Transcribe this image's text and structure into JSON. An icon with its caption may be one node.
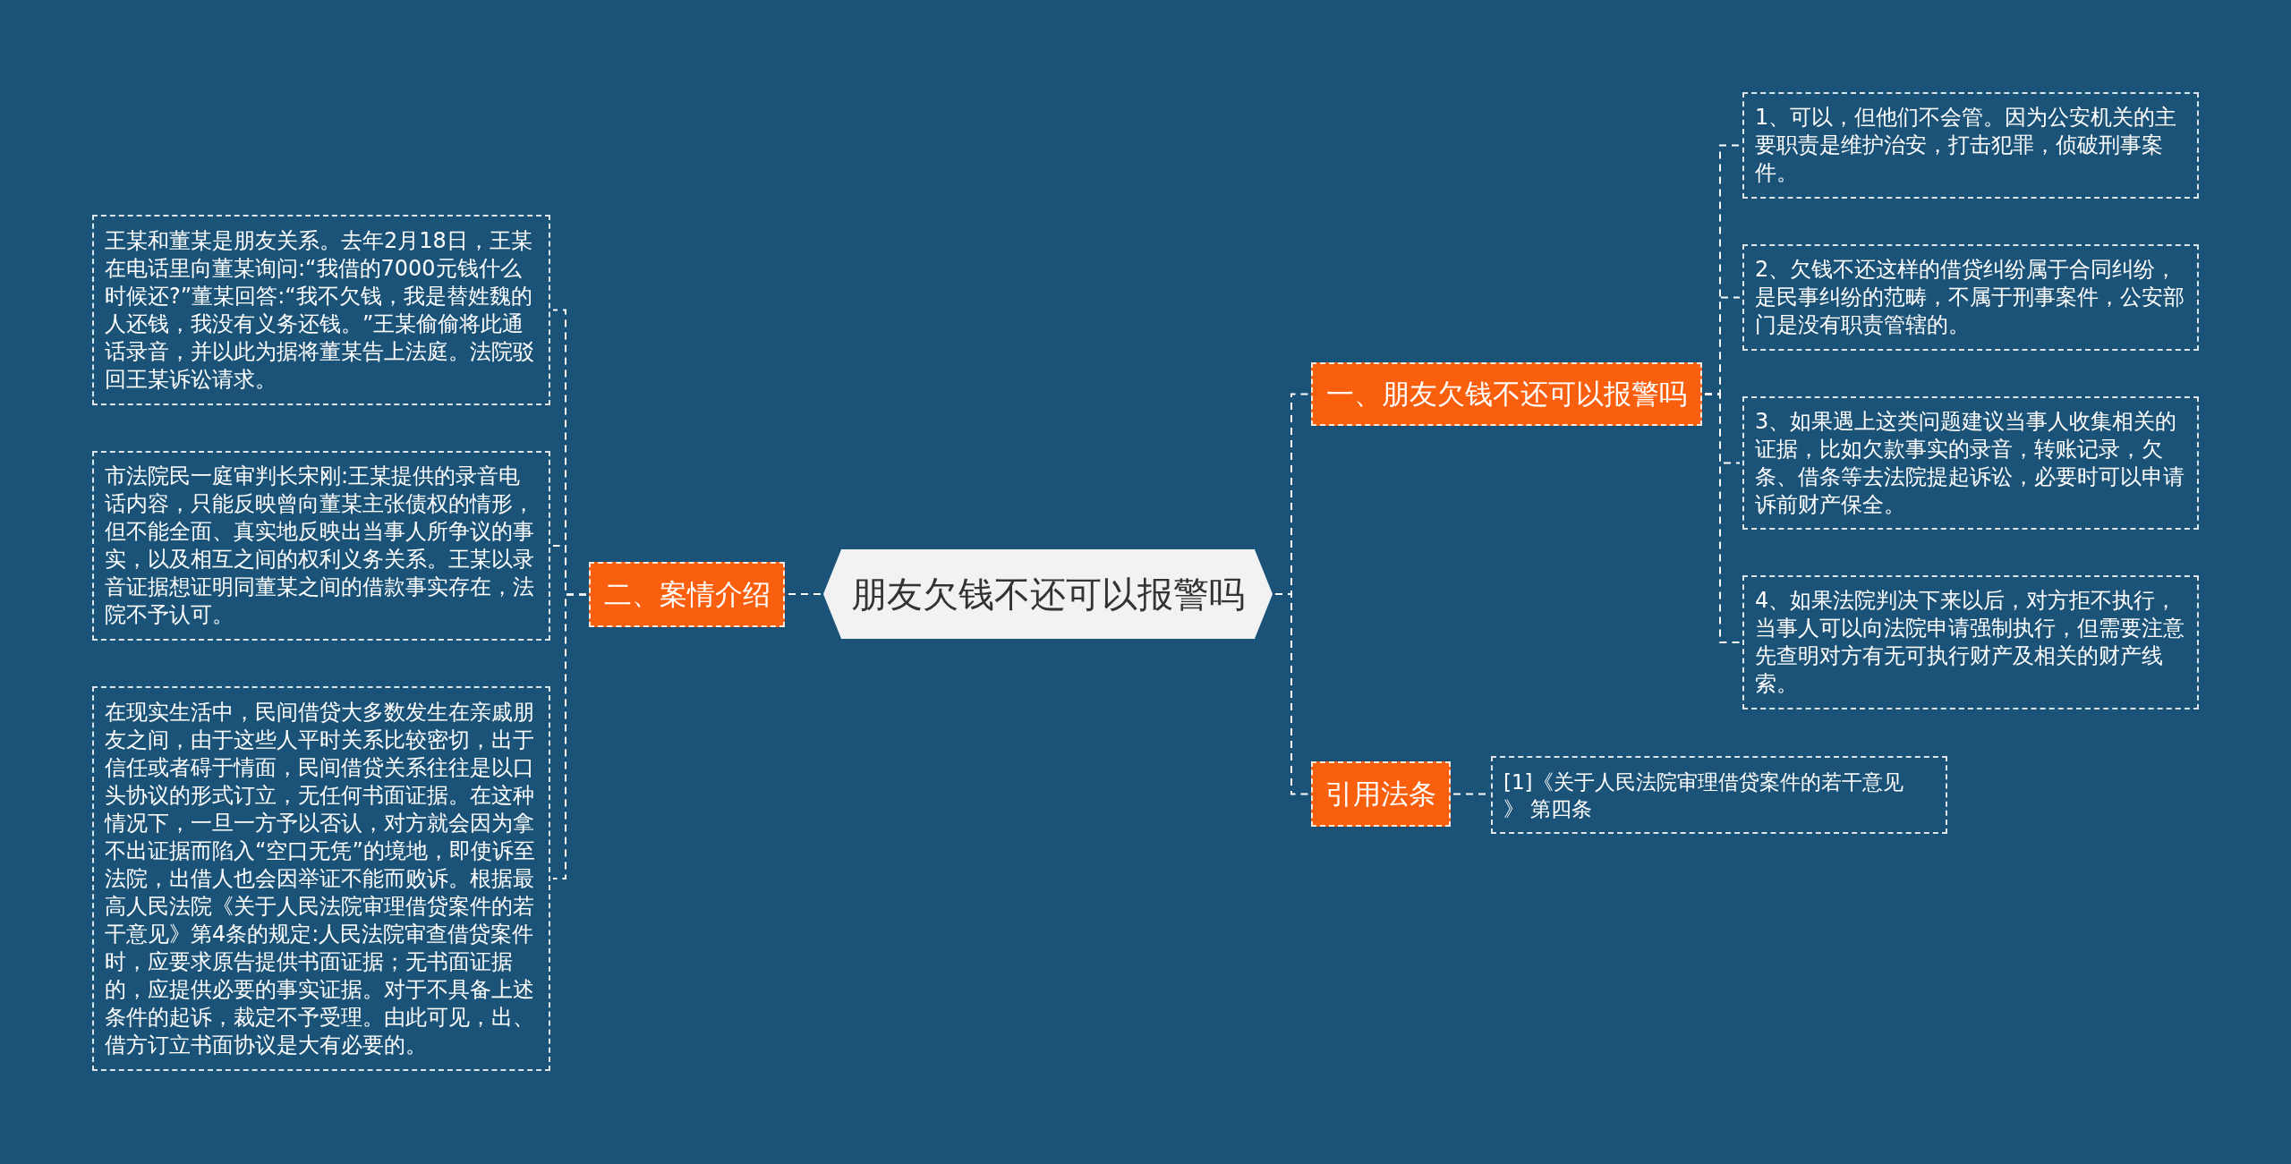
{
  "diagram": {
    "nodes": [
      {
        "text": [
          "朋友欠钱不还可以报警吗"
        ]
      },
      {
        "text": [
          "二、案情介绍"
        ]
      },
      {
        "text": [
          "王某和董某是朋友关系。去年2月18日，王某在电话里向董某询问:“我借的7000元钱什么时候还?”董某回答:“我不欠钱，我是替姓魏的人还钱，我没有义务还钱。”王某偷偷将此通话录音，并以此为据将董某告上法庭。法院驳回王某诉讼请求。"
        ]
      },
      {
        "text": [
          "市法院民一庭审判长宋刚:王某提供的录音电话内容，只能反映曾向董某主张债权的情形，但不能全面、真实地反映出当事人所争议的事实，以及相互之间的权利义务关系。王某以录音证据想证明同董某之间的借款事实存在，法院不予认可。"
        ]
      },
      {
        "text": [
          "在现实生活中，民间借贷大多数发生在亲戚朋友之间，由于这些人平时关系比较密切，出于信任或者碍于情面，民间借贷关系往往是以口头协议的形式订立，无任何书面证据。在这种情况下，一旦一方予以否认，对方就会因为拿不出证据而陷入“空口无凭”的境地，即使诉至法院，出借人也会因举证不能而败诉。根据最高人民法院《关于人民法院审理借贷案件的若干意见》第4条的规定:人民法院审查借贷案件时，应要求原告提供书面证据；无书面证据的，应提供必要的事实证据。对于不具备上述条件的起诉，裁定不予受理。由此可见，出、借方订立书面协议是大有必要的。"
        ]
      },
      {
        "text": [
          "一、朋友欠钱不还可以报警吗"
        ]
      },
      {
        "text": [
          "1、可以，但他们不会管。因为公安机关的主要职责是维护治安，打击犯罪，侦破刑事案件。"
        ]
      },
      {
        "text": [
          "2、欠钱不还这样的借贷纠纷属于合同纠纷，是民事纠纷的范畴，不属于刑事案件，公安部门是没有职责管辖的。"
        ]
      },
      {
        "text": [
          "3、如果遇上这类问题建议当事人收集相关的证据，比如欠款事实的录音，转账记录，欠条、借条等去法院提起诉讼，必要时可以申请诉前财产保全。"
        ]
      },
      {
        "text": [
          "4、如果法院判决下来以后，对方拒不执行，当事人可以向法院申请强制执行，但需要注意先查明对方有无可执行财产及相关的财产线索。"
        ]
      },
      {
        "text": [
          "引用法条"
        ]
      },
      {
        "text": [
          "[1]《关于人民法院审理借贷案件的若干意见》 第四条"
        ]
      }
    ],
    "edges": [
      {
        "from": 0,
        "to": 1,
        "arrow": "none"
      },
      {
        "from": 1,
        "to": 2,
        "arrow": "none"
      },
      {
        "from": 1,
        "to": 3,
        "arrow": "none"
      },
      {
        "from": 1,
        "to": 4,
        "arrow": "none"
      },
      {
        "from": 0,
        "to": 5,
        "arrow": "none"
      },
      {
        "from": 5,
        "to": 6,
        "arrow": "none"
      },
      {
        "from": 5,
        "to": 7,
        "arrow": "none"
      },
      {
        "from": 5,
        "to": 8,
        "arrow": "none"
      },
      {
        "from": 5,
        "to": 9,
        "arrow": "none"
      },
      {
        "from": 0,
        "to": 10,
        "arrow": "none"
      },
      {
        "from": 10,
        "to": 11,
        "arrow": "none"
      }
    ]
  }
}
